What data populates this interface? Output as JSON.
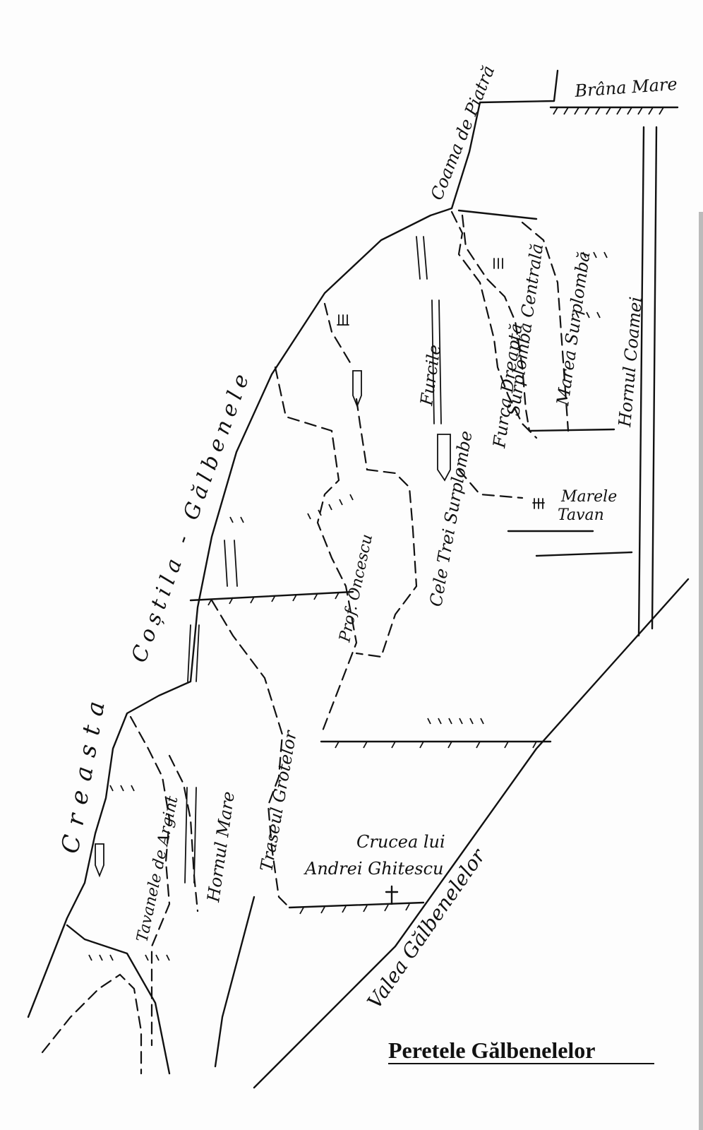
{
  "title": "Peretele Gălbenelelor",
  "labels": {
    "brana_mare": "Brâna Mare",
    "coama_de_piatra": "Coama de Piatră",
    "creasta": "Creasta",
    "costila": "Coștila - Gălbenele",
    "furcile": "Furcile",
    "furca_dreapta": "Furca Dreaptă",
    "surplomba_centrala": "Surplomba Centrală",
    "marea_surplomba": "Marea Surplombă",
    "hornul_coamei": "Hornul Coamei",
    "marele_tavan_1": "Marele",
    "marele_tavan_2": "Tavan",
    "cele_trei_surplombe": "Cele Trei Surplombe",
    "prof_oncescu": "Prof. Oncescu",
    "traseul_grotelor": "Traseul Grotelor",
    "hornul_mare": "Hornul Mare",
    "tavanele_de_argint": "Tavanele de Argint",
    "crucea_1": "Crucea lui",
    "crucea_2": "Andrei Ghitescu",
    "valea": "Valea Gălbenelelor"
  }
}
